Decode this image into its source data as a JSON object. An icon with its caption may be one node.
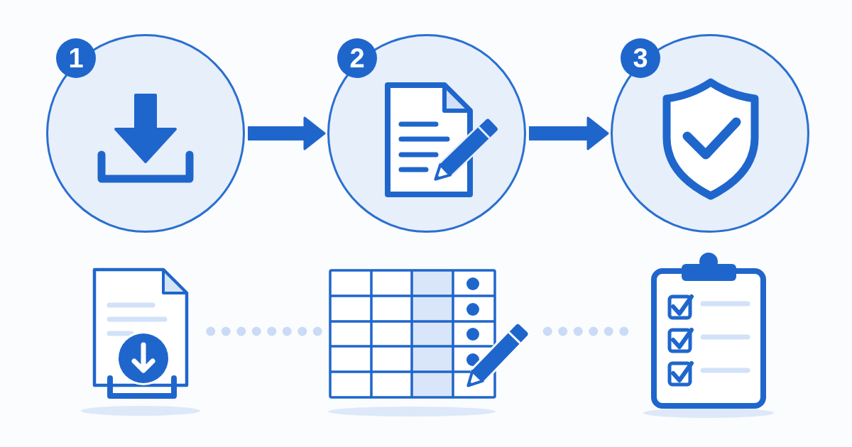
{
  "diagram": {
    "nodes": [
      {
        "text": [
          "1"
        ]
      },
      {
        "text": [
          "2"
        ]
      },
      {
        "text": [
          "3"
        ]
      },
      {
        "text": [],
        "shape": "picture"
      },
      {
        "text": [],
        "shape": "picture"
      },
      {
        "text": [],
        "shape": "picture"
      }
    ],
    "edges": [
      {
        "from": 0,
        "to": 1,
        "arrow": "to"
      },
      {
        "from": 1,
        "to": 2,
        "arrow": "to"
      },
      {
        "from": 3,
        "to": 4,
        "arrow": "none",
        "style": "dashed",
        "color": "#c9dbf6"
      },
      {
        "from": 4,
        "to": 5,
        "arrow": "none",
        "style": "dashed",
        "color": "#c9dbf6"
      }
    ]
  }
}
